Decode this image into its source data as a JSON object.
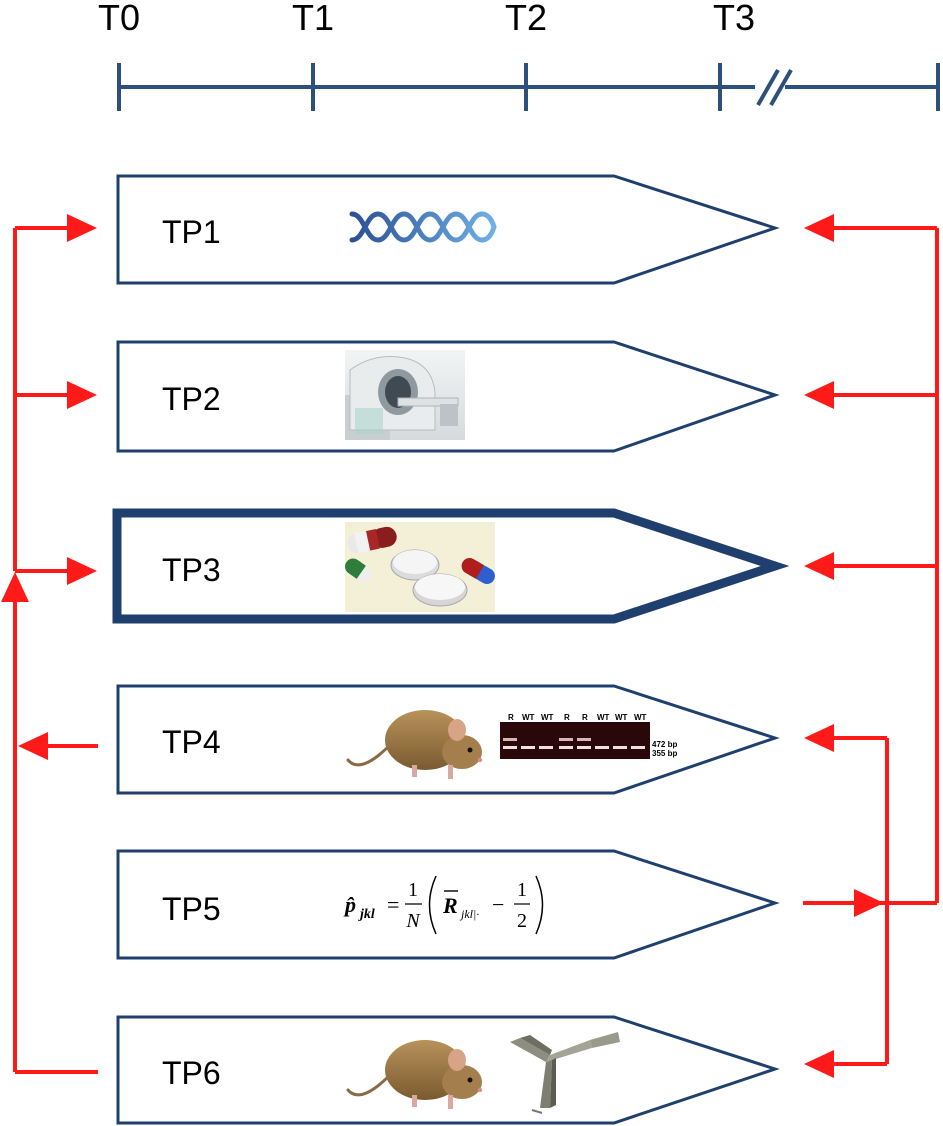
{
  "timeline": {
    "ticks": [
      "T0",
      "T1",
      "T2",
      "T3"
    ],
    "break_mark": "//"
  },
  "panels": [
    {
      "label": "TP1",
      "content": "dna-icon"
    },
    {
      "label": "TP2",
      "content": "mri-scanner-icon"
    },
    {
      "label": "TP3",
      "content": "pills-icon",
      "highlighted": true
    },
    {
      "label": "TP4",
      "content": "mouse-and-gel-icon"
    },
    {
      "label": "TP5",
      "content": "equation"
    },
    {
      "label": "TP6",
      "content": "mouse-and-y-maze-icon"
    }
  ],
  "gel": {
    "lanes": [
      "R",
      "WT",
      "WT",
      "R",
      "R",
      "WT",
      "WT",
      "WT"
    ],
    "bands": [
      "472 bp",
      "355 bp"
    ]
  },
  "equation": {
    "lhs": "p̂",
    "lhs_sub": "jkl",
    "num": "1",
    "den": "N",
    "rbar": "R",
    "rbar_sub": "jkl|·",
    "minus": "−",
    "half_num": "1",
    "half_den": "2"
  },
  "colors": {
    "navy": "#1f3f6e",
    "arrow_red": "#ff1a1a",
    "timeline": "#2d4f7c"
  }
}
